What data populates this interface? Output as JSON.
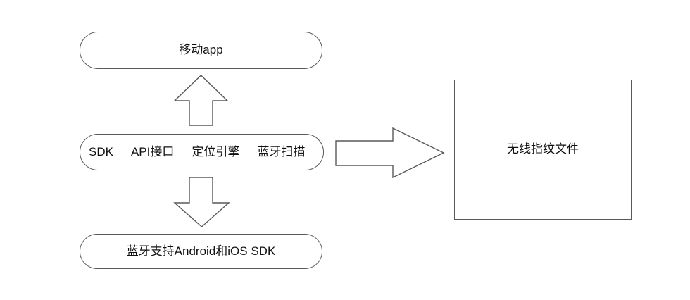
{
  "page": {
    "background": "#ffffff"
  },
  "diagram": {
    "colors": {
      "border": "#595959",
      "arrow_outline": "#595959",
      "text": "#111111"
    },
    "nodes": {
      "mobile_app": {
        "label": "移动app",
        "shape": "rounded"
      },
      "sdk_components": {
        "items": [
          "SDK",
          "API接口",
          "定位引擎",
          "蓝牙扫描"
        ],
        "shape": "rounded"
      },
      "bluetooth_sdk": {
        "label": "蓝牙支持Android和iOS SDK",
        "shape": "rounded"
      },
      "fingerprint_file": {
        "label": "无线指纹文件",
        "shape": "rectangle"
      }
    },
    "arrows": [
      {
        "direction": "up",
        "from": "sdk_components",
        "to": "mobile_app"
      },
      {
        "direction": "down",
        "from": "sdk_components",
        "to": "bluetooth_sdk"
      },
      {
        "direction": "right",
        "from": "sdk_components",
        "to": "fingerprint_file"
      }
    ]
  }
}
